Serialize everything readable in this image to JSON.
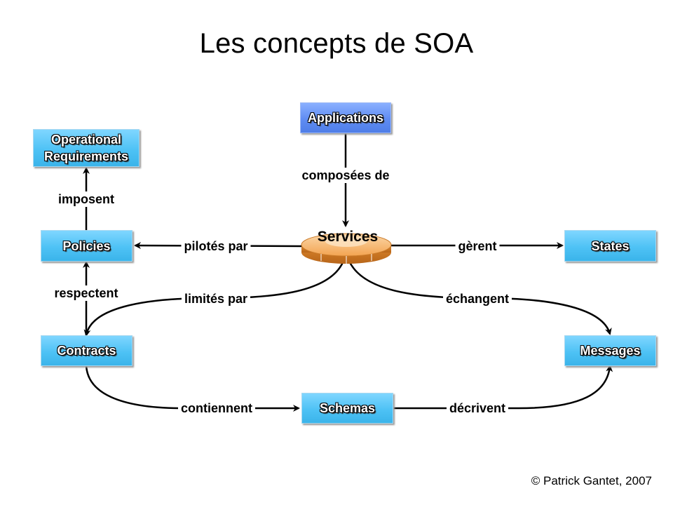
{
  "title": "Les concepts de SOA",
  "nodes": {
    "applications": "Applications",
    "operational_line1": "Operational",
    "operational_line2": "Requirements",
    "policies": "Policies",
    "states": "States",
    "contracts": "Contracts",
    "messages": "Messages",
    "schemas": "Schemas",
    "services": "Services"
  },
  "edges": {
    "composees_de": "composées de",
    "imposent": "imposent",
    "pilotes_par": "pilotés par",
    "gerent": "gèrent",
    "respectent": "respectent",
    "limites_par": "limités par",
    "echangent": "échangent",
    "contiennent": "contiennent",
    "decrivent": "décrivent"
  },
  "copyright": "© Patrick Gantet, 2007",
  "colors": {
    "box_cyan": "#4ec2f5",
    "box_blue": "#5f8cf2",
    "services_disc": "#f0a050"
  }
}
